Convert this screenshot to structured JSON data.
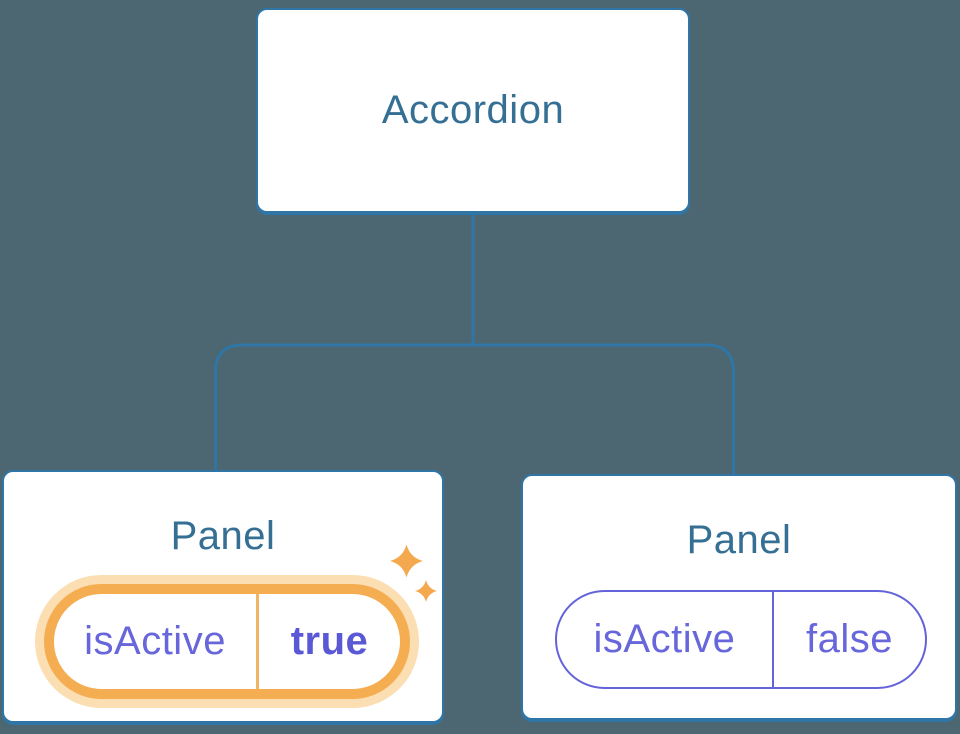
{
  "diagram": {
    "root": {
      "label": "Accordion"
    },
    "panels": [
      {
        "title": "Panel",
        "prop": "isActive",
        "value": "true",
        "highlighted": true
      },
      {
        "title": "Panel",
        "prop": "isActive",
        "value": "false",
        "highlighted": false
      }
    ]
  },
  "icons": {
    "highlight": "sparkles-icon"
  },
  "colors": {
    "background": "#4C6771",
    "node_fill": "#FFFFFF",
    "node_border": "#2F76A6",
    "node_text": "#366F94",
    "connector": "#2F76A6",
    "state_text": "#6766DB",
    "state_value_bold": "#5A58D5",
    "state_border": "#6463D9",
    "highlight_ring": "#F5AD52",
    "highlight_halo": "#FBDEB2",
    "highlight_divider": "#F2B566",
    "sparkle": "#F4A94E"
  }
}
